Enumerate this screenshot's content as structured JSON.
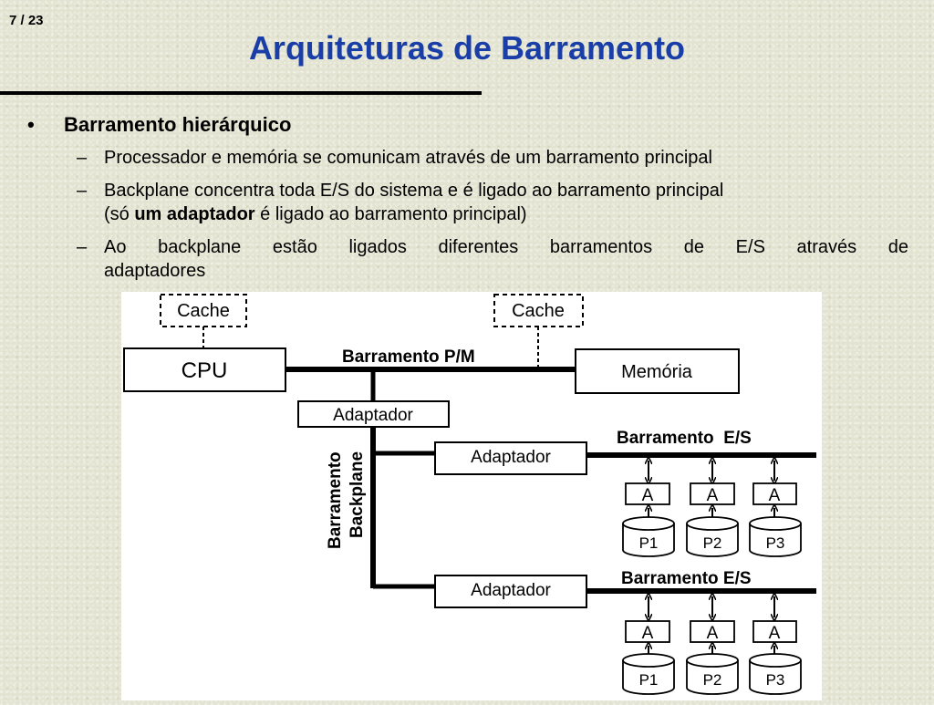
{
  "slide": {
    "number": "7 / 23",
    "title": "Arquiteturas de Barramento"
  },
  "content": {
    "bullet": "Barramento hierárquico",
    "sub1": "Processador e memória se comunicam através de um barramento principal",
    "sub2": {
      "line1": "Backplane concentra toda E/S do sistema e é ligado ao barramento principal",
      "pre": "(só ",
      "bold": "um adaptador",
      "post": " é ligado ao barramento principal)"
    },
    "sub3": {
      "line1": "Ao backplane estão ligados diferentes barramentos de E/S através de",
      "line2": "adaptadores"
    }
  },
  "diagram": {
    "cache_left": "Cache",
    "cache_right": "Cache",
    "cpu": "CPU",
    "memory": "Memória",
    "bus_pm": "Barramento P/M",
    "adapter_main": "Adaptador",
    "backplane_line1": "Barramento",
    "backplane_line2": "Backplane",
    "adapter_io1": "Adaptador",
    "adapter_io2": "Adaptador",
    "bus_io1": "Barramento  E/S",
    "bus_io2": "Barramento E/S",
    "group1": {
      "adapters": [
        "A",
        "A",
        "A"
      ],
      "devices": [
        "P1",
        "P2",
        "P3"
      ]
    },
    "group2": {
      "adapters": [
        "A",
        "A",
        "A"
      ],
      "devices": [
        "P1",
        "P2",
        "P3"
      ]
    }
  }
}
